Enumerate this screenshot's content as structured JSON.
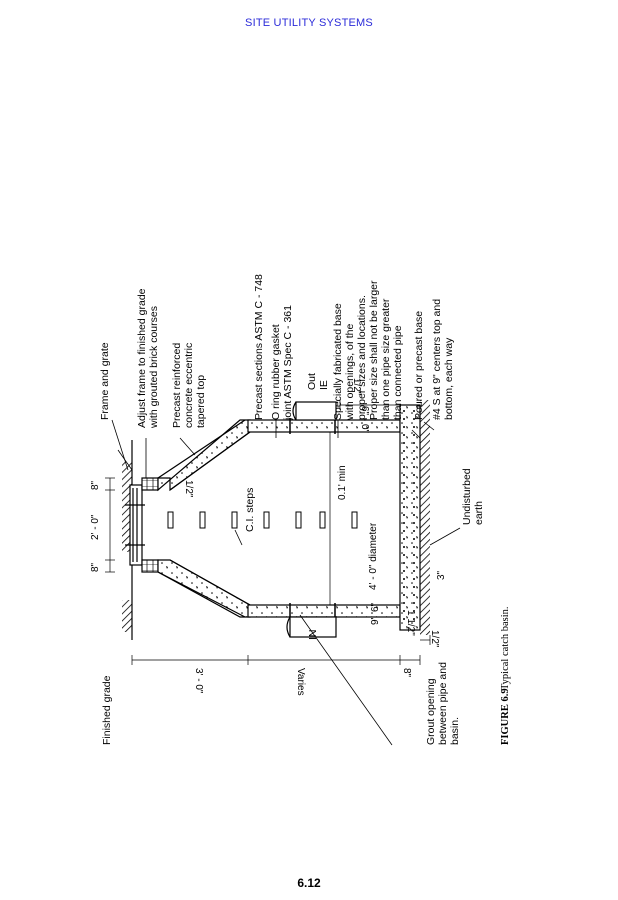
{
  "header": {
    "title": "SITE UTILITY SYSTEMS",
    "color": "#2b2bd9"
  },
  "page": {
    "number": "6.12"
  },
  "figure": {
    "number": "FIGURE 6.9",
    "caption": "Typical catch basin."
  },
  "labels": {
    "finished_grade": "Finished grade",
    "frame_and_grate": "Frame and grate",
    "adjust_frame_1": "Adjust frame to finished grade",
    "adjust_frame_2": "with grouted brick courses",
    "precast_top_1": "Precast reinforced",
    "precast_top_2": "concrete eccentric",
    "precast_top_3": "tapered top",
    "precast_sections": "Precast sections ASTM C - 748",
    "o_ring_1": "O ring rubber gasket",
    "o_ring_2": "joint ASTM Spec C - 361",
    "out": "Out",
    "ie": "IE",
    "base_1": "Specially fabricated base",
    "base_2": "with openings, of the",
    "base_3": "proper sizes and locations.",
    "base_4": "Proper size shall not be larger",
    "base_5": "than one pipe size greater",
    "base_6": "than connected pipe",
    "poured_base": "Poured or precast base",
    "rebar_1": "#4 S at 9\" centers top and",
    "rebar_2": "bottom, each way",
    "earth_1": "Undisturbed",
    "earth_2": "earth",
    "grout_1": "Grout opening",
    "grout_2": "between pipe and",
    "grout_3": "basin.",
    "ci_steps": "C.I. steps",
    "in": "IN"
  },
  "dimensions": {
    "d_8_left": "8\"",
    "d_2_0": "2' - 0\"",
    "d_8_right": "8\"",
    "d_3_0": "3' - 0\"",
    "d_varies": "Varies",
    "d_8_bottom": "8\"",
    "d_0_1_min": "0.1' min",
    "d_4_0_diameter": "4' - 0\" diameter",
    "d_6_min": "6\"",
    "d_9": "9\"",
    "d_1_half_top": "1/2\"",
    "d_1_half_left": "1 1/2\"",
    "d_1_half_small": "1/2\"",
    "d_6_right": "6\" - 0\"",
    "d_3_bottom": "3\"",
    "d_1_half_bottom": "1/2\""
  }
}
